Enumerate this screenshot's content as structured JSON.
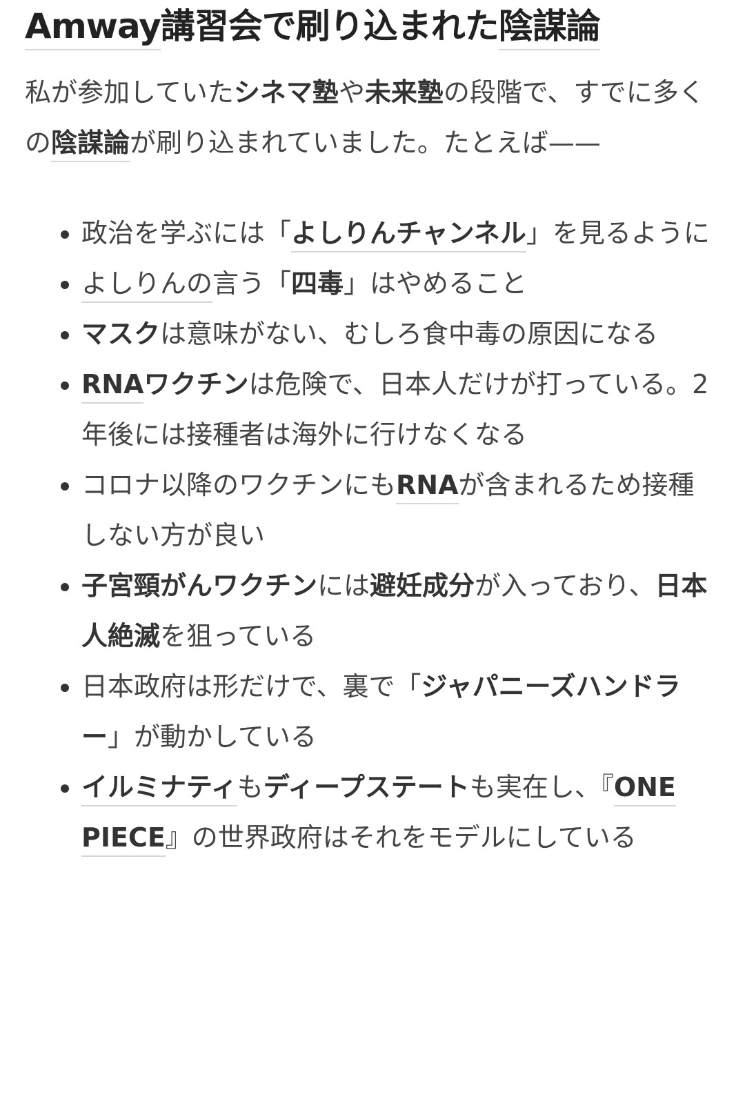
{
  "title": [
    {
      "t": "Amway",
      "l": true
    },
    {
      "t": "講習会で刷り込まれた"
    },
    {
      "t": "陰謀論",
      "l": true
    }
  ],
  "lead": [
    {
      "t": "私が参加していた"
    },
    {
      "t": "シネマ塾",
      "b": true
    },
    {
      "t": "や"
    },
    {
      "t": "未来塾",
      "b": true
    },
    {
      "t": "の段階で、すでに多くの"
    },
    {
      "t": "陰謀論",
      "b": true,
      "l": true
    },
    {
      "t": "が刷り込まれていました。たとえば——"
    }
  ],
  "items": [
    [
      {
        "t": "政治を学ぶには「"
      },
      {
        "t": "よしりんチャンネル",
        "b": true,
        "l": true
      },
      {
        "t": "」を見るように"
      }
    ],
    [
      {
        "t": "よしりんの",
        "l": true
      },
      {
        "t": "言う「"
      },
      {
        "t": "四毒",
        "b": true
      },
      {
        "t": "」はやめること"
      }
    ],
    [
      {
        "t": "マスク",
        "b": true
      },
      {
        "t": "は意味がない、むしろ食中毒の原因になる"
      }
    ],
    [
      {
        "t": "RNA",
        "b": true,
        "l": true
      },
      {
        "t": "ワクチン",
        "b": true
      },
      {
        "t": "は危険で、日本人だけが打っている。2年後には接種者は海外に行けなくなる"
      }
    ],
    [
      {
        "t": "コロナ以降のワクチンにも"
      },
      {
        "t": "RNA",
        "b": true,
        "l": true
      },
      {
        "t": "が含まれるため接種しない方が良い"
      }
    ],
    [
      {
        "t": "子宮頸がんワクチン",
        "b": true
      },
      {
        "t": "には"
      },
      {
        "t": "避妊成分",
        "b": true
      },
      {
        "t": "が入っており、"
      },
      {
        "t": "日本人絶滅",
        "b": true
      },
      {
        "t": "を狙っている"
      }
    ],
    [
      {
        "t": "日本政府は形だけで、裏で「"
      },
      {
        "t": "ジャパニーズハンドラー",
        "b": true
      },
      {
        "t": "」が動かしている"
      }
    ],
    [
      {
        "t": "イルミナティ",
        "b": true,
        "l": true
      },
      {
        "t": "も"
      },
      {
        "t": "ディープステート",
        "b": true
      },
      {
        "t": "も実在し、『"
      },
      {
        "t": "ONE PIECE",
        "b": true,
        "l": true
      },
      {
        "t": "』の世界政府はそれをモデルにしている"
      }
    ]
  ]
}
